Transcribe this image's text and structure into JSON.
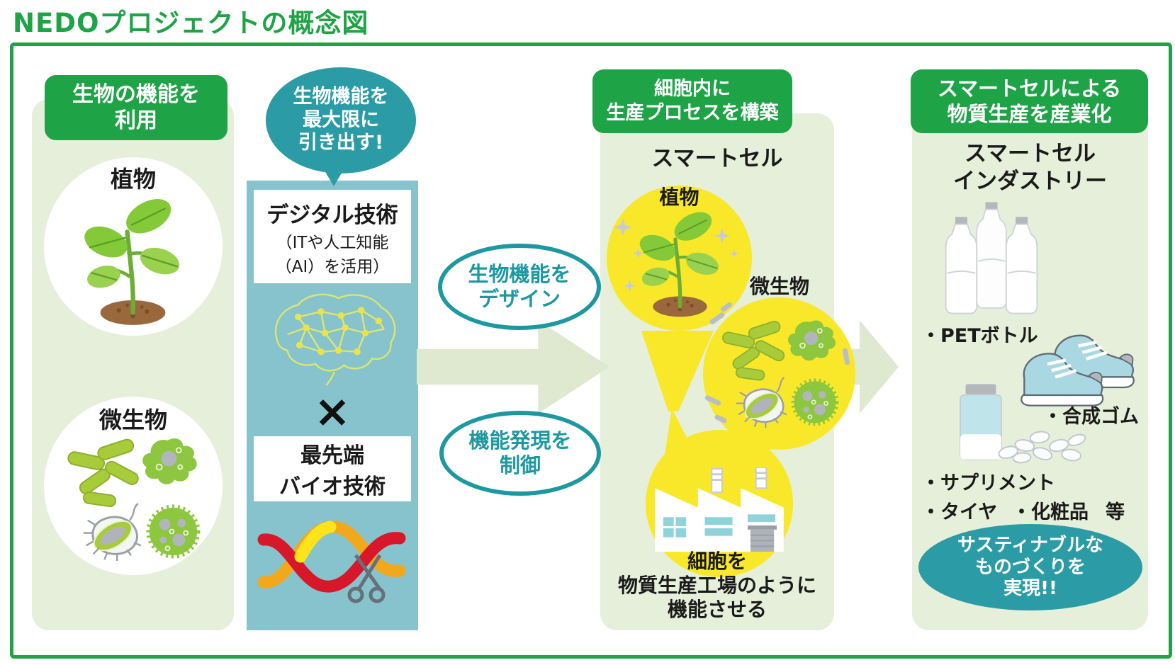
{
  "title": "NEDOプロジェクトの概念図",
  "colors": {
    "accent_green": "#1fa347",
    "panel_light_green": "#e6efda",
    "panel_teal": "#87c3cc",
    "bubble_teal": "#2b9ca6",
    "oval_teal": "#1d98a1",
    "highlight_yellow": "#f8e829",
    "arrow_pale_green": "#dfe9d0"
  },
  "panel1": {
    "header_line1": "生物の機能を",
    "header_line2": "利用",
    "plant_label": "植物",
    "microbe_label": "微生物"
  },
  "panel2": {
    "bubble_line1": "生物機能を",
    "bubble_line2": "最大限に",
    "bubble_line3": "引き出す!",
    "digital_title": "デジタル技術",
    "digital_sub1": "（ITや人工知能",
    "digital_sub2": "（AI）を活用）",
    "cross_symbol": "×",
    "bio_line1": "最先端",
    "bio_line2": "バイオ技術"
  },
  "connectors": {
    "design_line1": "生物機能を",
    "design_line2": "デザイン",
    "control_line1": "機能発現を",
    "control_line2": "制御"
  },
  "panel3": {
    "header_line1": "細胞内に",
    "header_line2": "生産プロセスを構築",
    "smart_cell_label": "スマートセル",
    "plant_label": "植物",
    "microbe_label": "微生物",
    "caption_line1": "細胞を",
    "caption_line2": "物質生産工場のように",
    "caption_line3": "機能させる"
  },
  "panel4": {
    "header_line1": "スマートセルによる",
    "header_line2": "物質生産を産業化",
    "industry_line1": "スマートセル",
    "industry_line2": "インダストリー",
    "items": {
      "pet": "・PETボトル",
      "rubber": "・合成ゴム",
      "supplement": "・サプリメント",
      "tire": "・タイヤ",
      "cosmetics": "・化粧品",
      "etc": "等"
    },
    "goal_line1": "サスティナブルな",
    "goal_line2": "ものづくりを",
    "goal_line3": "実現!!"
  }
}
